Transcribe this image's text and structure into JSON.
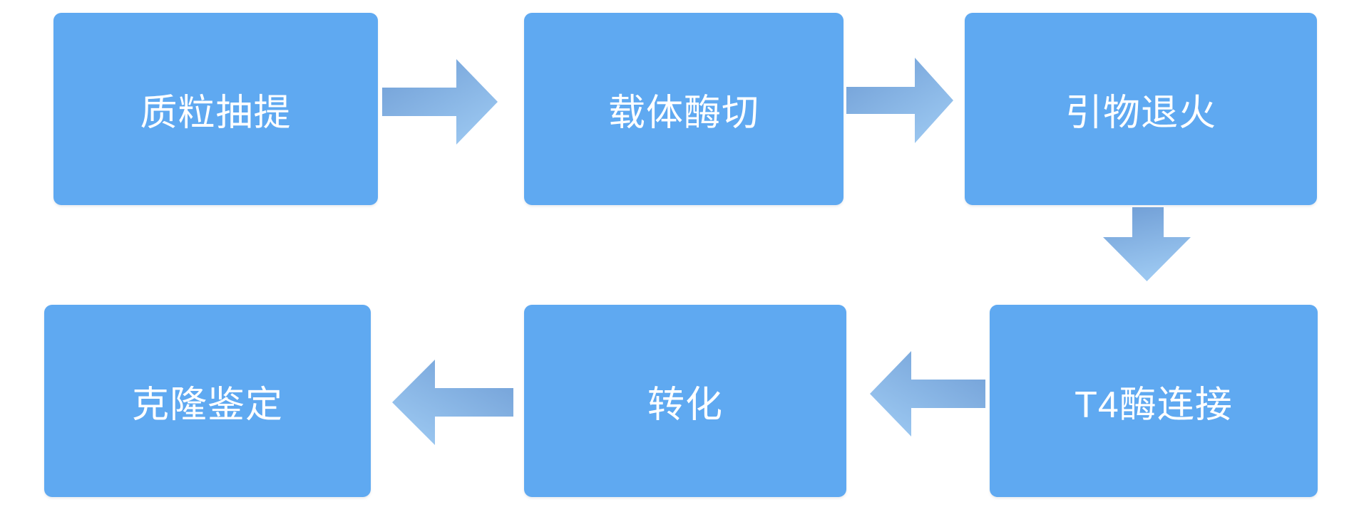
{
  "diagram": {
    "type": "flowchart",
    "colors": {
      "background": "#ffffff",
      "box_fill": "#5fa9f1",
      "text": "#ffffff",
      "arrow_start": "#6f9dd5",
      "arrow_end": "#9cc8f1"
    },
    "nodes": [
      {
        "id": "plasmid-extraction",
        "label": "质粒抽提",
        "row": 1,
        "col": 1
      },
      {
        "id": "vector-digestion",
        "label": "载体酶切",
        "row": 1,
        "col": 2
      },
      {
        "id": "primer-annealing",
        "label": "引物退火",
        "row": 1,
        "col": 3
      },
      {
        "id": "t4-ligase-ligation",
        "label": "T4酶连接",
        "row": 2,
        "col": 3
      },
      {
        "id": "transformation",
        "label": "转化",
        "row": 2,
        "col": 2
      },
      {
        "id": "clone-identification",
        "label": "克隆鉴定",
        "row": 2,
        "col": 1
      }
    ],
    "arrows": [
      {
        "from": "质粒抽提",
        "to": "载体酶切",
        "direction": "right"
      },
      {
        "from": "载体酶切",
        "to": "引物退火",
        "direction": "right"
      },
      {
        "from": "引物退火",
        "to": "T4酶连接",
        "direction": "down"
      },
      {
        "from": "T4酶连接",
        "to": "转化",
        "direction": "left"
      },
      {
        "from": "转化",
        "to": "克隆鉴定",
        "direction": "left"
      }
    ]
  }
}
